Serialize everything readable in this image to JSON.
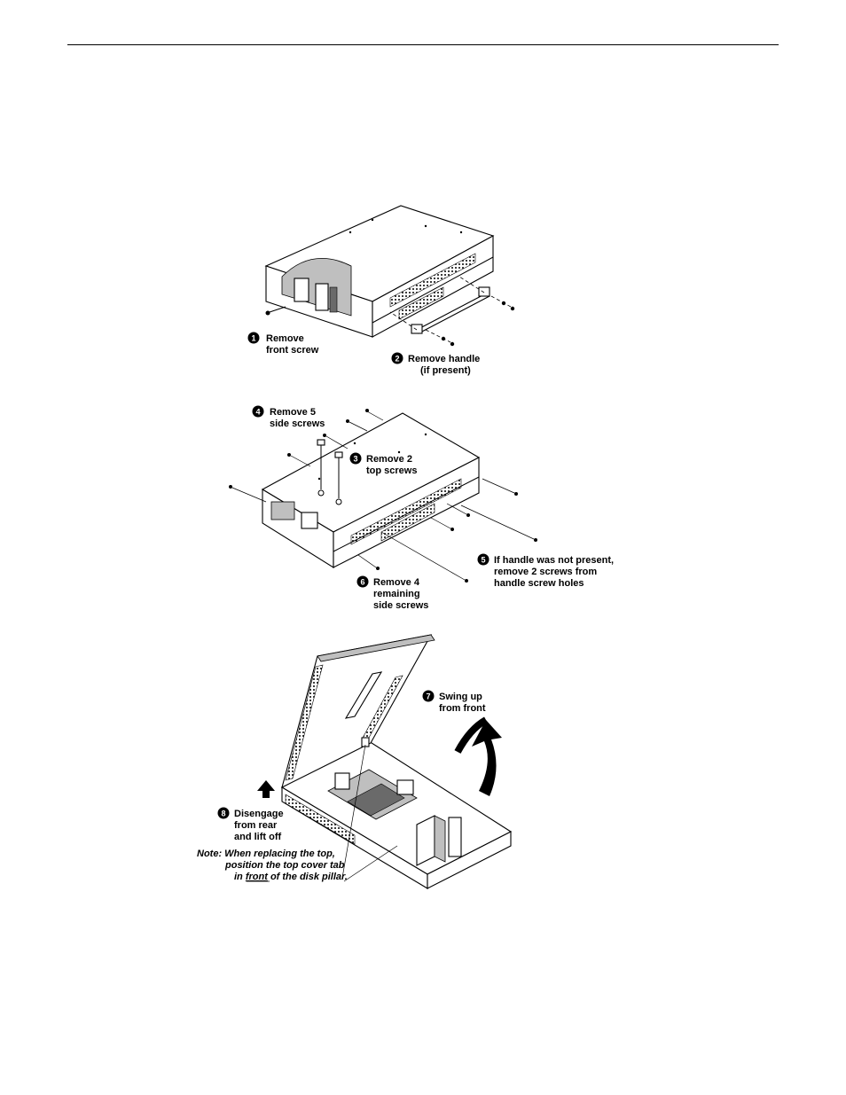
{
  "steps": [
    {
      "num": "1",
      "line1": "Remove",
      "line2": "front screw"
    },
    {
      "num": "2",
      "line1": "Remove handle",
      "line2": "(if present)"
    },
    {
      "num": "3",
      "line1": "Remove 2",
      "line2": "top screws"
    },
    {
      "num": "4",
      "line1": "Remove 5",
      "line2": "side screws"
    },
    {
      "num": "5",
      "line1": "If handle was not present,",
      "line2": "remove 2  screws from",
      "line3": "handle screw holes"
    },
    {
      "num": "6",
      "line1": "Remove 4",
      "line2": "remaining",
      "line3": "side screws"
    },
    {
      "num": "7",
      "line1": "Swing up",
      "line2": "from front"
    },
    {
      "num": "8",
      "line1": "Disengage",
      "line2": "from rear",
      "line3": "and lift off"
    }
  ],
  "note": {
    "prefix": "Note:",
    "line1": "When replacing the top,",
    "line2": "position the top cover tab",
    "line3_pre": "in ",
    "line3_underlined": "front",
    "line3_post": " of the disk pillar."
  }
}
